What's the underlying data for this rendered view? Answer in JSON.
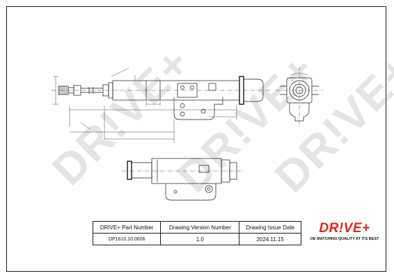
{
  "watermark": {
    "text": "DR!VE+"
  },
  "title_block": {
    "headers": [
      "DRIVE+ Part Number",
      "Drawing Version Number",
      "Drawing Issue Date"
    ],
    "values": [
      "DP1610.10.0606",
      "1.0",
      "2024.11.15"
    ]
  },
  "logo": {
    "word": "DR!VE+",
    "tagline": "OE MATCHING QUALITY AT ITS BEST",
    "color": "#e4241b"
  },
  "colors": {
    "line": "#1a1a1a",
    "frame": "#1a1a1a"
  }
}
